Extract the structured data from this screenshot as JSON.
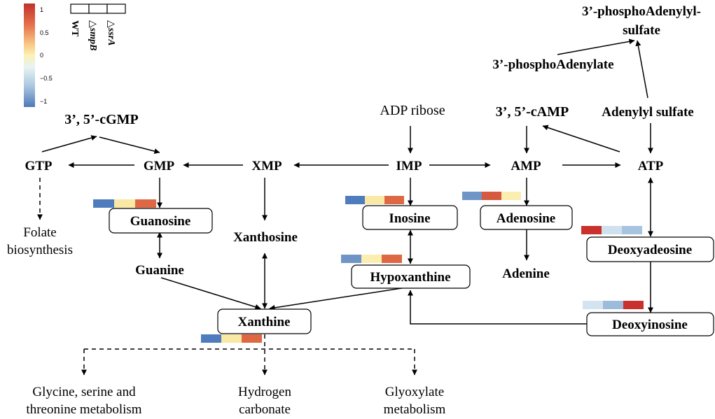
{
  "nodes": {
    "paps_line1": "3’-phosphoAdenylyl-",
    "paps_line2": "sulfate",
    "pap": "3’-phosphoAdenylate",
    "cgmp": "3’, 5’-cGMP",
    "adp_ribose": "ADP ribose",
    "camp": "3’, 5’-cAMP",
    "adenylyl_sulfate": "Adenylyl sulfate",
    "gtp": "GTP",
    "gmp": "GMP",
    "xmp": "XMP",
    "imp": "IMP",
    "amp": "AMP",
    "atp": "ATP",
    "folate_line1": "Folate",
    "folate_line2": "biosynthesis",
    "guanosine": "Guanosine",
    "xanthosine": "Xanthosine",
    "inosine": "Inosine",
    "adenosine": "Adenosine",
    "deoxyadenosine": "Deoxyadeosine",
    "guanine": "Guanine",
    "hypoxanthine": "Hypoxanthine",
    "adenine": "Adenine",
    "xanthine": "Xanthine",
    "deoxyinosine": "Deoxyinosine",
    "gly_line1": "Glycine, serine and",
    "gly_line2": "threonine metabolism",
    "hco_line1": "Hydrogen",
    "hco_line2": "carbonate",
    "glyox_line1": "Glyoxylate",
    "glyox_line2": "metabolism"
  },
  "legend": {
    "ticks": [
      "1",
      "0.5",
      "0",
      "−0.5",
      "−1"
    ],
    "columns": [
      "WT",
      "△smpB",
      "△ssrA"
    ],
    "colors": [
      "#c1312c",
      "#e36f4a",
      "#f7c27f",
      "#fbf2b5",
      "#e7f2f4",
      "#a9c6df",
      "#4d79b8"
    ]
  },
  "heatmaps": {
    "guanosine": [
      "#4f7cbd",
      "#fae8a5",
      "#df6844"
    ],
    "inosine": [
      "#4f7cbd",
      "#fae8a5",
      "#df6844"
    ],
    "adenosine": [
      "#6f95c7",
      "#d65a3f",
      "#fbeeb0"
    ],
    "hypoxanthine": [
      "#6f95c7",
      "#fbeeb0",
      "#df6844"
    ],
    "deoxyadenosine": [
      "#c9322c",
      "#cfe1ee",
      "#a6c4df"
    ],
    "deoxyinosine": [
      "#d3e4f0",
      "#9dbcdb",
      "#c9322c"
    ],
    "xanthine": [
      "#4f7cbd",
      "#fae8a5",
      "#df6844"
    ]
  }
}
